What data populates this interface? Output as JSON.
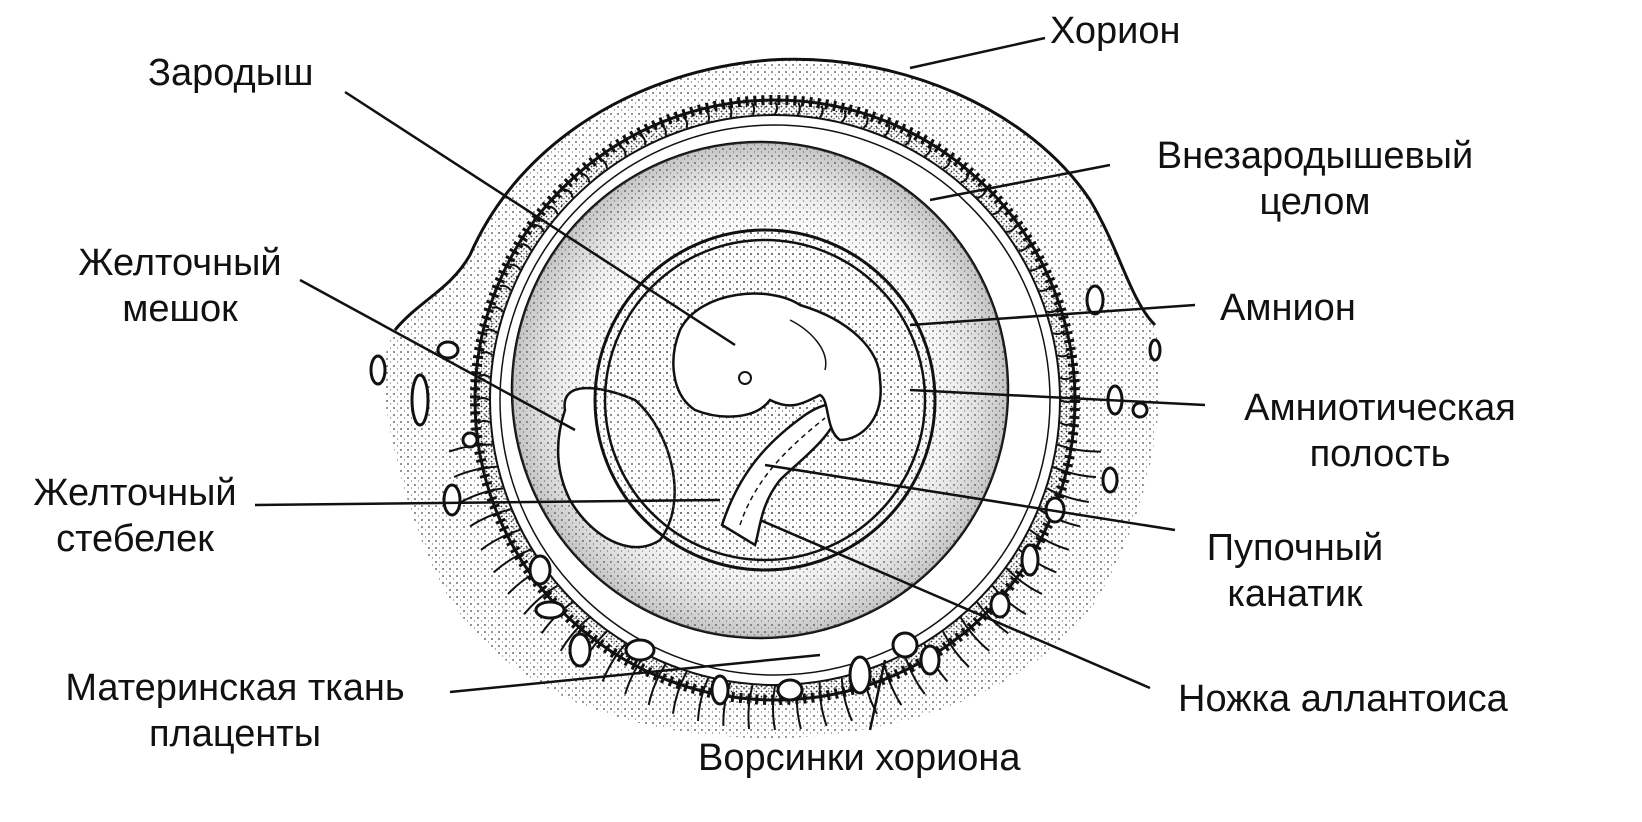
{
  "labels": {
    "chorion": "Хорион",
    "embryo": "Зародыш",
    "coelom": [
      "Внезародышевый",
      "целом"
    ],
    "yolk_sac": [
      "Желточный",
      "мешок"
    ],
    "amnion": "Амнион",
    "amniotic_cavity": [
      "Амниотическая",
      "полость"
    ],
    "yolk_stalk": [
      "Желточный",
      "стебелек"
    ],
    "umbilical_cord": [
      "Пупочный",
      "канатик"
    ],
    "maternal_tissue": [
      "Материнская ткань",
      "плаценты"
    ],
    "allantois_stalk": "Ножка аллантоиса",
    "chorionic_villi": "Ворсинки хориона"
  },
  "colors": {
    "ink": "#111111",
    "paper": "#ffffff",
    "stipple": "#6a6a6a"
  }
}
